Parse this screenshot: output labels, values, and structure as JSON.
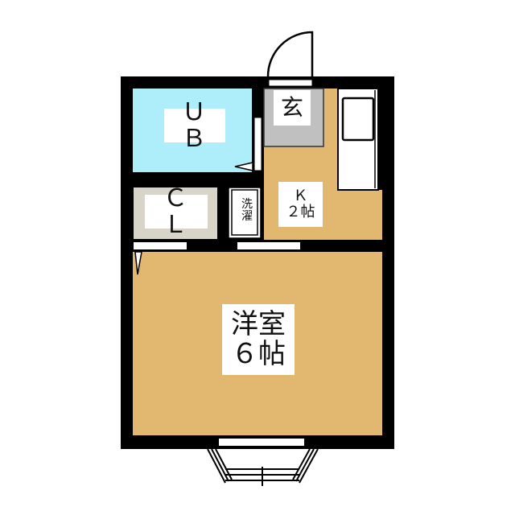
{
  "floorplan": {
    "rooms": [
      {
        "id": "unit-bath",
        "label": "ＵＢ",
        "fill": "#aeeefa"
      },
      {
        "id": "entrance",
        "label": "玄",
        "fill": "#c0c0c0"
      },
      {
        "id": "closet",
        "label": "ＣＬ",
        "fill": "#d8d4c8"
      },
      {
        "id": "washing-machine",
        "label_line1": "洗",
        "label_line2": "濯",
        "fill": "#ffffff"
      },
      {
        "id": "kitchen",
        "label_line1": "Ｋ",
        "label_line2": "２帖",
        "fill": "#e2b76f"
      },
      {
        "id": "western-room",
        "label_line1": "洋室",
        "label_line2": "６帖",
        "fill": "#e2b76f"
      }
    ],
    "colors": {
      "wall": "#000000",
      "floor_wood": "#e2b76f",
      "bath": "#aeeefa",
      "entrance": "#c0c0c0",
      "closet": "#d8d4c8",
      "opening": "#ffffff"
    },
    "fixtures": [
      "kitchen-counter",
      "sink",
      "entry-door",
      "balcony"
    ]
  }
}
